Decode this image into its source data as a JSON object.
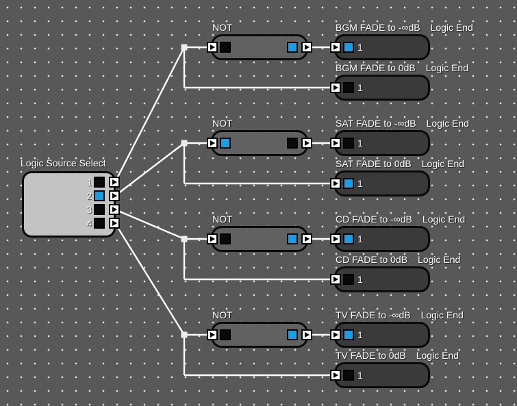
{
  "colors": {
    "background": "#585858",
    "grid_dot": "#e2e2e2",
    "wire": "#ffffff",
    "indicator_on_blue": "#149fe8",
    "indicator_off": "#0a0a0a",
    "source_block_fill": "#c3c3c3",
    "not_block_fill": "#616161",
    "end_block_fill": "#3a3a3a"
  },
  "source_block": {
    "label": "Logic Source Select",
    "outputs": [
      {
        "num": "1",
        "state": "off"
      },
      {
        "num": "2",
        "state": "on"
      },
      {
        "num": "3",
        "state": "off"
      },
      {
        "num": "4",
        "state": "off"
      }
    ]
  },
  "groups": [
    {
      "not": {
        "label": "NOT",
        "input": "off",
        "output": "on"
      },
      "fade_inf": {
        "label": "BGM FADE to -∞dB",
        "tag": "Logic End",
        "state": "on",
        "value": "1"
      },
      "fade_zero": {
        "label": "BGM FADE to 0dB",
        "tag": "Logic End",
        "state": "off",
        "value": "1"
      }
    },
    {
      "not": {
        "label": "NOT",
        "input": "on",
        "output": "off"
      },
      "fade_inf": {
        "label": "SAT FADE to -∞dB",
        "tag": "Logic End",
        "state": "off",
        "value": "1"
      },
      "fade_zero": {
        "label": "SAT FADE to 0dB",
        "tag": "Logic End",
        "state": "on",
        "value": "1"
      }
    },
    {
      "not": {
        "label": "NOT",
        "input": "off",
        "output": "on"
      },
      "fade_inf": {
        "label": "CD FADE to -∞dB",
        "tag": "Logic End",
        "state": "on",
        "value": "1"
      },
      "fade_zero": {
        "label": "CD FADE to 0dB",
        "tag": "Logic End",
        "state": "off",
        "value": "1"
      }
    },
    {
      "not": {
        "label": "NOT",
        "input": "off",
        "output": "on"
      },
      "fade_inf": {
        "label": "TV FADE to -∞dB",
        "tag": "Logic End",
        "state": "on",
        "value": "1"
      },
      "fade_zero": {
        "label": "TV FADE to 0dB",
        "tag": "Logic End",
        "state": "off",
        "value": "1"
      }
    }
  ]
}
